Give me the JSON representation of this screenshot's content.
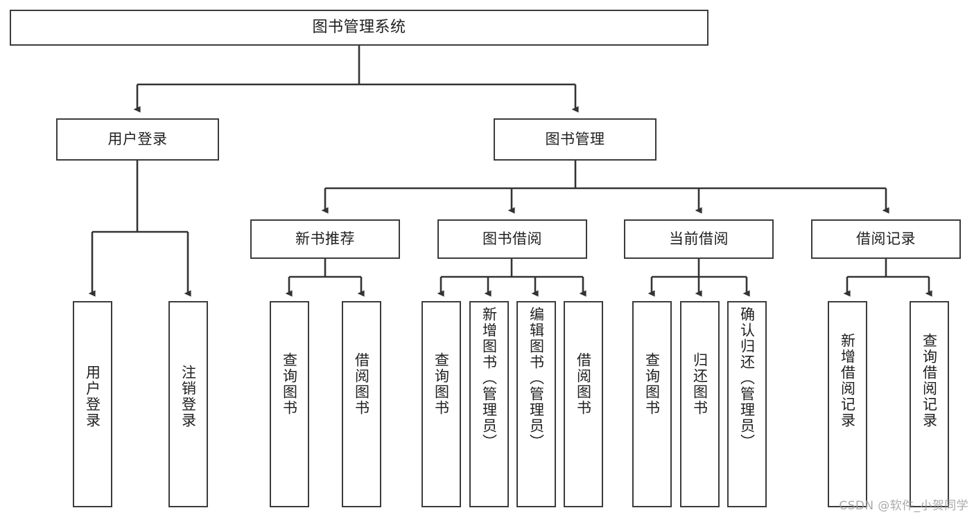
{
  "diagram": {
    "type": "tree-hierarchy-chart",
    "root": {
      "id": "root",
      "label": "图书管理系统",
      "orientation": "horizontal"
    },
    "level2": [
      {
        "id": "user-login",
        "label": "用户登录",
        "orientation": "horizontal"
      },
      {
        "id": "book-manage",
        "label": "图书管理",
        "orientation": "horizontal"
      }
    ],
    "level3": [
      {
        "id": "new-book-rec",
        "label": "新书推荐",
        "orientation": "horizontal",
        "parent": "book-manage"
      },
      {
        "id": "book-borrow",
        "label": "图书借阅",
        "orientation": "horizontal",
        "parent": "book-manage"
      },
      {
        "id": "current-borrow",
        "label": "当前借阅",
        "orientation": "horizontal",
        "parent": "book-manage"
      },
      {
        "id": "borrow-record",
        "label": "借阅记录",
        "orientation": "horizontal",
        "parent": "book-manage"
      }
    ],
    "leaves": [
      {
        "id": "leaf-user-login",
        "label": "用户登录",
        "parent": "user-login",
        "orientation": "vertical"
      },
      {
        "id": "leaf-user-logout",
        "label": "注销登录",
        "parent": "user-login",
        "orientation": "vertical"
      },
      {
        "id": "leaf-rec-query",
        "label": "查询图书",
        "parent": "new-book-rec",
        "orientation": "vertical"
      },
      {
        "id": "leaf-rec-borrow",
        "label": "借阅图书",
        "parent": "new-book-rec",
        "orientation": "vertical"
      },
      {
        "id": "leaf-borrow-query",
        "label": "查询图书",
        "parent": "book-borrow",
        "orientation": "vertical"
      },
      {
        "id": "leaf-borrow-add",
        "label": "新增图书（管理员）",
        "parent": "book-borrow",
        "orientation": "vertical"
      },
      {
        "id": "leaf-borrow-edit",
        "label": "编辑图书（管理员）",
        "parent": "book-borrow",
        "orientation": "vertical"
      },
      {
        "id": "leaf-borrow-do",
        "label": "借阅图书",
        "parent": "book-borrow",
        "orientation": "vertical"
      },
      {
        "id": "leaf-cur-query",
        "label": "查询图书",
        "parent": "current-borrow",
        "orientation": "vertical"
      },
      {
        "id": "leaf-cur-return",
        "label": "归还图书",
        "parent": "current-borrow",
        "orientation": "vertical"
      },
      {
        "id": "leaf-cur-confirm",
        "label": "确认归还（管理员）",
        "parent": "current-borrow",
        "orientation": "vertical"
      },
      {
        "id": "leaf-rec-add",
        "label": "新增借阅记录",
        "parent": "borrow-record",
        "orientation": "vertical"
      },
      {
        "id": "leaf-rec-search",
        "label": "查询借阅记录",
        "parent": "borrow-record",
        "orientation": "vertical"
      }
    ],
    "colors": {
      "box_border": "#3b3b3b",
      "box_fill": "#ffffff",
      "connector": "#333333",
      "text": "#1f1f1f",
      "watermark": "#9b9b9b",
      "background": "#ffffff"
    }
  },
  "watermark": {
    "text": "CSDN @软件_小贺同学"
  }
}
